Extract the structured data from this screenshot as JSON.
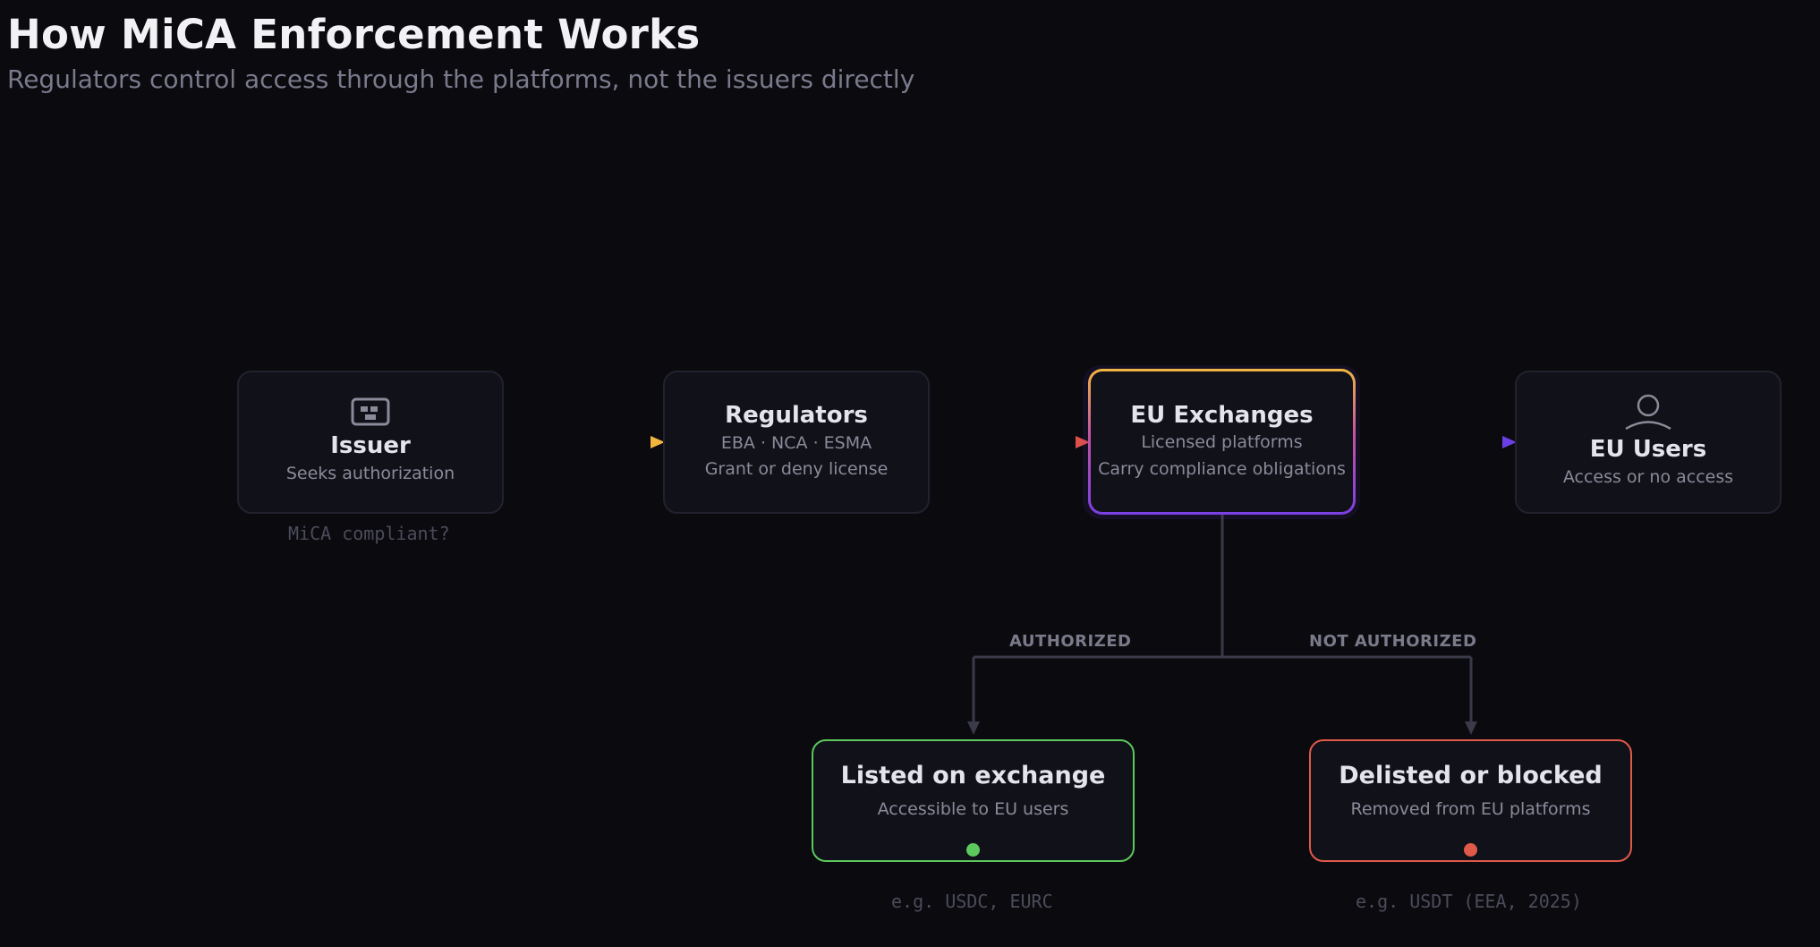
{
  "header": {
    "title": "How MiCA Enforcement Works",
    "subtitle": "Regulators control access through the platforms, not the issuers directly"
  },
  "nodes": {
    "issuer": {
      "name": "Issuer",
      "desc": "Seeks authorization",
      "note": "MiCA compliant?",
      "icon": "building-icon"
    },
    "regulators": {
      "name": "Regulators",
      "bodies": "EBA · NCA · ESMA",
      "desc": "Grant or deny license"
    },
    "exchanges": {
      "name": "EU Exchanges",
      "desc": "Licensed platforms",
      "desc2": "Carry compliance obligations"
    },
    "users": {
      "name": "EU Users",
      "desc": "Access or no access",
      "icon": "user-icon"
    },
    "listed": {
      "name": "Listed on exchange",
      "desc": "Accessible to EU users",
      "example": "e.g. USDC, EURC"
    },
    "delisted": {
      "name": "Delisted or blocked",
      "desc": "Removed from EU platforms",
      "example": "e.g. USDT (EEA, 2025)"
    }
  },
  "branches": {
    "authorized": "AUTHORIZED",
    "not_authorized": "NOT AUTHORIZED"
  },
  "colors": {
    "background": "#0a0a0f",
    "issuer_arrow": "#f2b640",
    "regulator_arrow": "#e0504a",
    "exchange_arrow": "#7b3fe4",
    "authorized": "#5cc85e",
    "not_authorized": "#e05a4a",
    "connector": "#3a3a48"
  }
}
